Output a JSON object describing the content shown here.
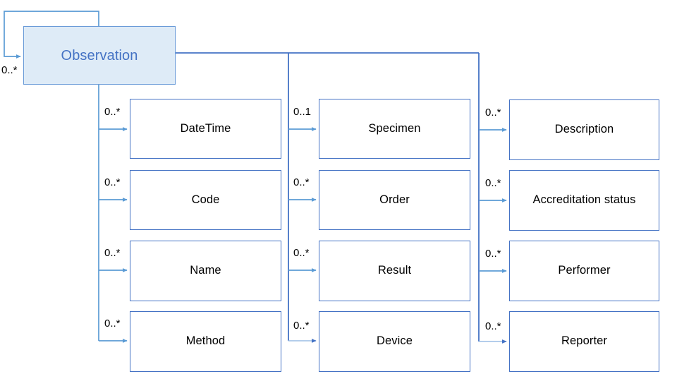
{
  "diagram": {
    "title": "Observation",
    "type": "class-relationship-diagram",
    "colors": {
      "root_fill": "#deebf7",
      "root_text": "#4472c4",
      "border": "#4472c4",
      "connector": "#5b9bd5",
      "connector_dark": "#4472c4",
      "label_text": "#000000"
    },
    "root": {
      "label": "Observation",
      "self_relation_multiplicity": "0..*"
    },
    "columns": [
      {
        "name": "column-1",
        "nodes": [
          {
            "label": "DateTime",
            "multiplicity": "0..*"
          },
          {
            "label": "Code",
            "multiplicity": "0..*"
          },
          {
            "label": "Name",
            "multiplicity": "0..*"
          },
          {
            "label": "Method",
            "multiplicity": "0..*"
          }
        ]
      },
      {
        "name": "column-2",
        "nodes": [
          {
            "label": "Specimen",
            "multiplicity": "0..1"
          },
          {
            "label": "Order",
            "multiplicity": "0..*"
          },
          {
            "label": "Result",
            "multiplicity": "0..*"
          },
          {
            "label": "Device",
            "multiplicity": "0..*"
          }
        ]
      },
      {
        "name": "column-3",
        "nodes": [
          {
            "label": "Description",
            "multiplicity": "0..*"
          },
          {
            "label": "Accreditation status",
            "multiplicity": "0..*"
          },
          {
            "label": "Performer",
            "multiplicity": "0..*"
          },
          {
            "label": "Reporter",
            "multiplicity": "0..*"
          }
        ]
      }
    ]
  }
}
